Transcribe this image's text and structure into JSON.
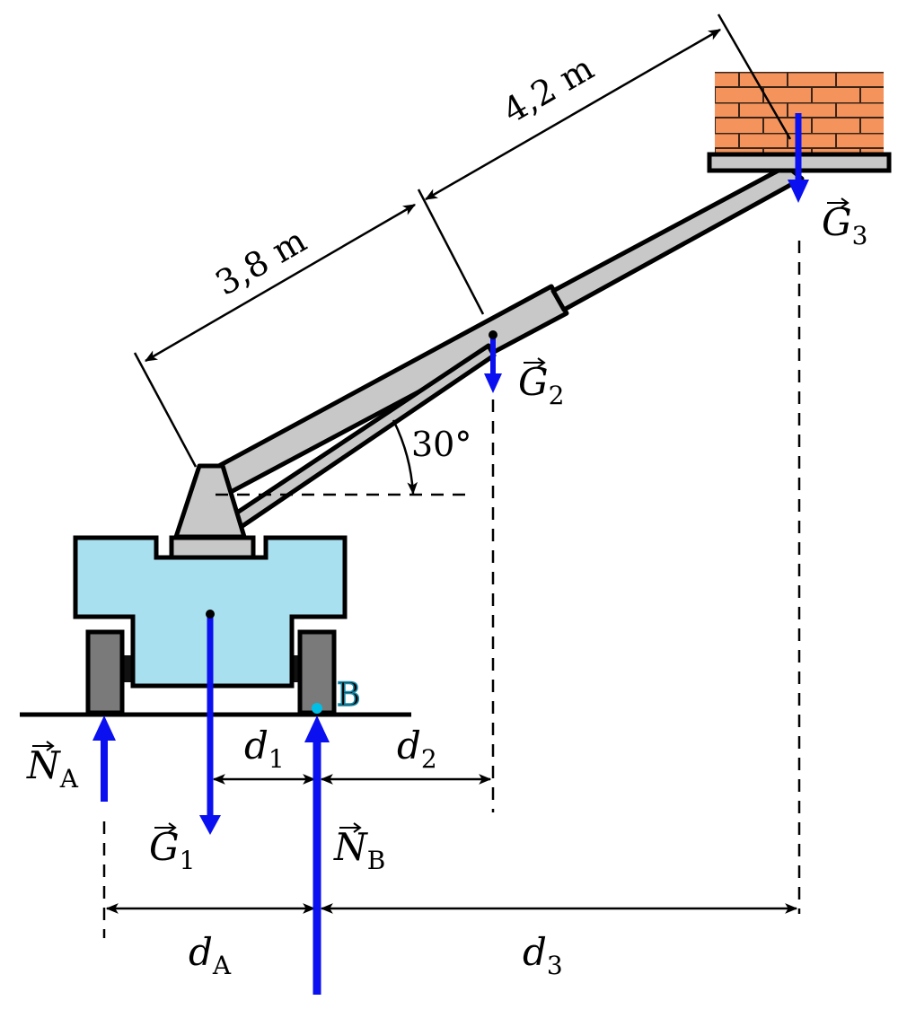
{
  "labels": {
    "length_lower": "3,8 m",
    "length_upper": "4,2 m",
    "angle": "30°",
    "point_b": "B",
    "force_g1": {
      "symbol": "G",
      "index": "1"
    },
    "force_g2": {
      "symbol": "G",
      "index": "2"
    },
    "force_g3": {
      "symbol": "G",
      "index": "3"
    },
    "force_na": {
      "symbol": "N",
      "index": "A"
    },
    "force_nb": {
      "symbol": "N",
      "index": "B"
    },
    "dist_d1": {
      "symbol": "d",
      "index": "1"
    },
    "dist_d2": {
      "symbol": "d",
      "index": "2"
    },
    "dist_d3": {
      "symbol": "d",
      "index": "3"
    },
    "dist_da": {
      "symbol": "d",
      "index": "A"
    }
  },
  "colors": {
    "force": "#0a10f0",
    "body": "#a8e0f0",
    "boom": "#c8c8c8",
    "wheel": "#7a7a7a",
    "brick": "#f4945c",
    "point_b": "#00bfe6"
  }
}
